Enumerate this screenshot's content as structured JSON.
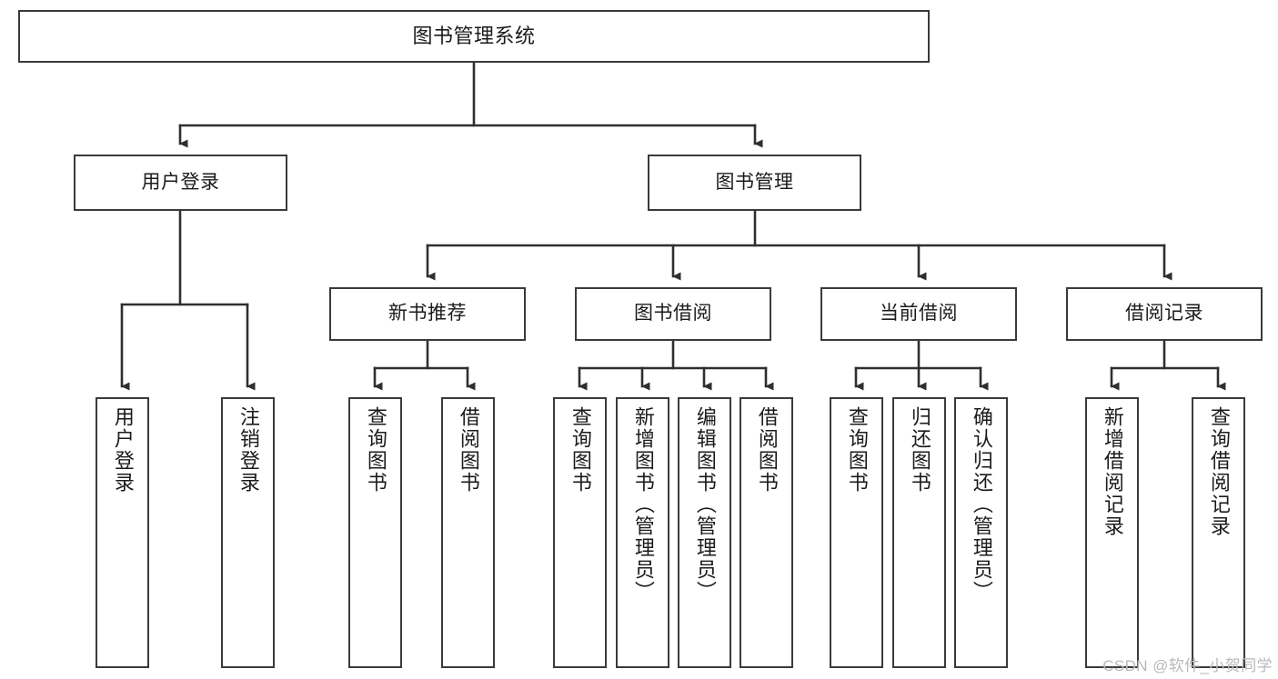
{
  "diagram": {
    "title": "图书管理系统",
    "type": "tree-hierarchy",
    "watermark": "CSDN @软件_小贺同学",
    "colors": {
      "box_border": "#3a3a3a",
      "box_fill": "#ffffff",
      "connector": "#2f2f2f",
      "text": "#1b1b1b",
      "watermark": "#b9b9b9"
    },
    "nodes": {
      "root": {
        "label": "图书管理系统"
      },
      "level2": [
        {
          "id": "user-login",
          "label": "用户登录"
        },
        {
          "id": "book-management",
          "label": "图书管理"
        }
      ],
      "level3": [
        {
          "id": "new-book-recommend",
          "label": "新书推荐"
        },
        {
          "id": "book-borrow",
          "label": "图书借阅"
        },
        {
          "id": "current-borrow",
          "label": "当前借阅"
        },
        {
          "id": "borrow-record",
          "label": "借阅记录"
        }
      ],
      "leaves": {
        "user-login": [
          {
            "id": "leaf-user-login",
            "label": "用户登录"
          },
          {
            "id": "leaf-logout-login",
            "label": "注销登录"
          }
        ],
        "new-book-recommend": [
          {
            "id": "leaf-query-book-1",
            "label": "查询图书"
          },
          {
            "id": "leaf-borrow-book-1",
            "label": "借阅图书"
          }
        ],
        "book-borrow": [
          {
            "id": "leaf-query-book-2",
            "label": "查询图书"
          },
          {
            "id": "leaf-add-book-admin",
            "label": "新增图书（管理员）"
          },
          {
            "id": "leaf-edit-book-admin",
            "label": "编辑图书（管理员）"
          },
          {
            "id": "leaf-borrow-book-2",
            "label": "借阅图书"
          }
        ],
        "current-borrow": [
          {
            "id": "leaf-query-book-3",
            "label": "查询图书"
          },
          {
            "id": "leaf-return-book",
            "label": "归还图书"
          },
          {
            "id": "leaf-confirm-return-admin",
            "label": "确认归还（管理员）"
          }
        ],
        "borrow-record": [
          {
            "id": "leaf-add-borrow-record",
            "label": "新增借阅记录"
          },
          {
            "id": "leaf-query-borrow-record",
            "label": "查询借阅记录"
          }
        ]
      }
    }
  }
}
